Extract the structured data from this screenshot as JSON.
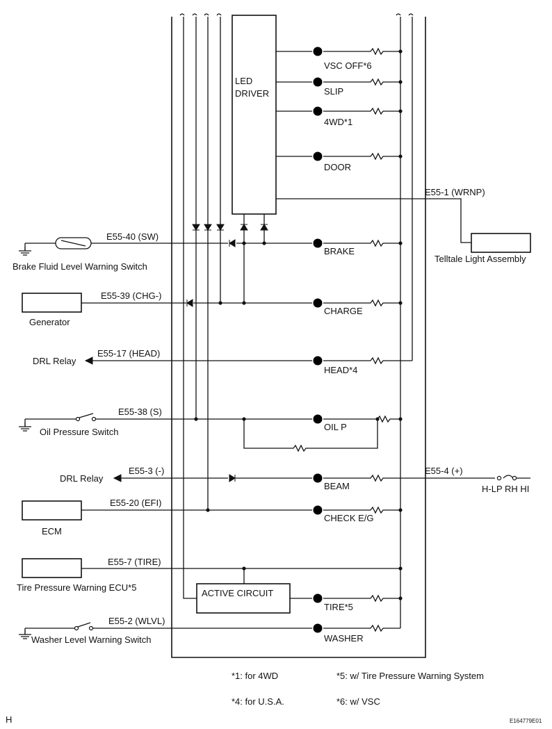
{
  "driver_label": [
    "LED",
    "DRIVER"
  ],
  "lamps": [
    {
      "label": "VSC OFF*6"
    },
    {
      "label": "SLIP"
    },
    {
      "label": "4WD*1"
    },
    {
      "label": "DOOR"
    },
    {
      "label": "BRAKE"
    },
    {
      "label": "CHARGE"
    },
    {
      "label": "HEAD*4"
    },
    {
      "label": "OIL P"
    },
    {
      "label": "BEAM"
    },
    {
      "label": "CHECK E/G"
    },
    {
      "label": "TIRE*5"
    },
    {
      "label": "WASHER"
    }
  ],
  "terminals": {
    "wrnp": "E55-1 (WRNP)",
    "sw": "E55-40 (SW)",
    "chg": "E55-39 (CHG-)",
    "head": "E55-17 (HEAD)",
    "s": "E55-38 (S)",
    "minus": "E55-3 (-)",
    "plus": "E55-4 (+)",
    "efi": "E55-20 (EFI)",
    "tire": "E55-7 (TIRE)",
    "wlvl": "E55-2 (WLVL)"
  },
  "components": {
    "telltale": "Telltale Light Assembly",
    "brake_switch": "Brake Fluid Level Warning Switch",
    "generator": "Generator",
    "drl_relay_1": "DRL Relay",
    "oil_switch": "Oil Pressure Switch",
    "drl_relay_2": "DRL Relay",
    "hlp": "H-LP RH HI",
    "ecm": "ECM",
    "tire_ecu": "Tire Pressure Warning ECU*5",
    "washer_switch": "Washer Level Warning Switch",
    "active_circuit": "ACTIVE CIRCUIT"
  },
  "notes": [
    "*1: for 4WD",
    "*5: w/ Tire Pressure Warning System",
    "*4: for U.S.A.",
    "*6: w/ VSC"
  ],
  "corner_left": "H",
  "corner_right": "E164779E01"
}
